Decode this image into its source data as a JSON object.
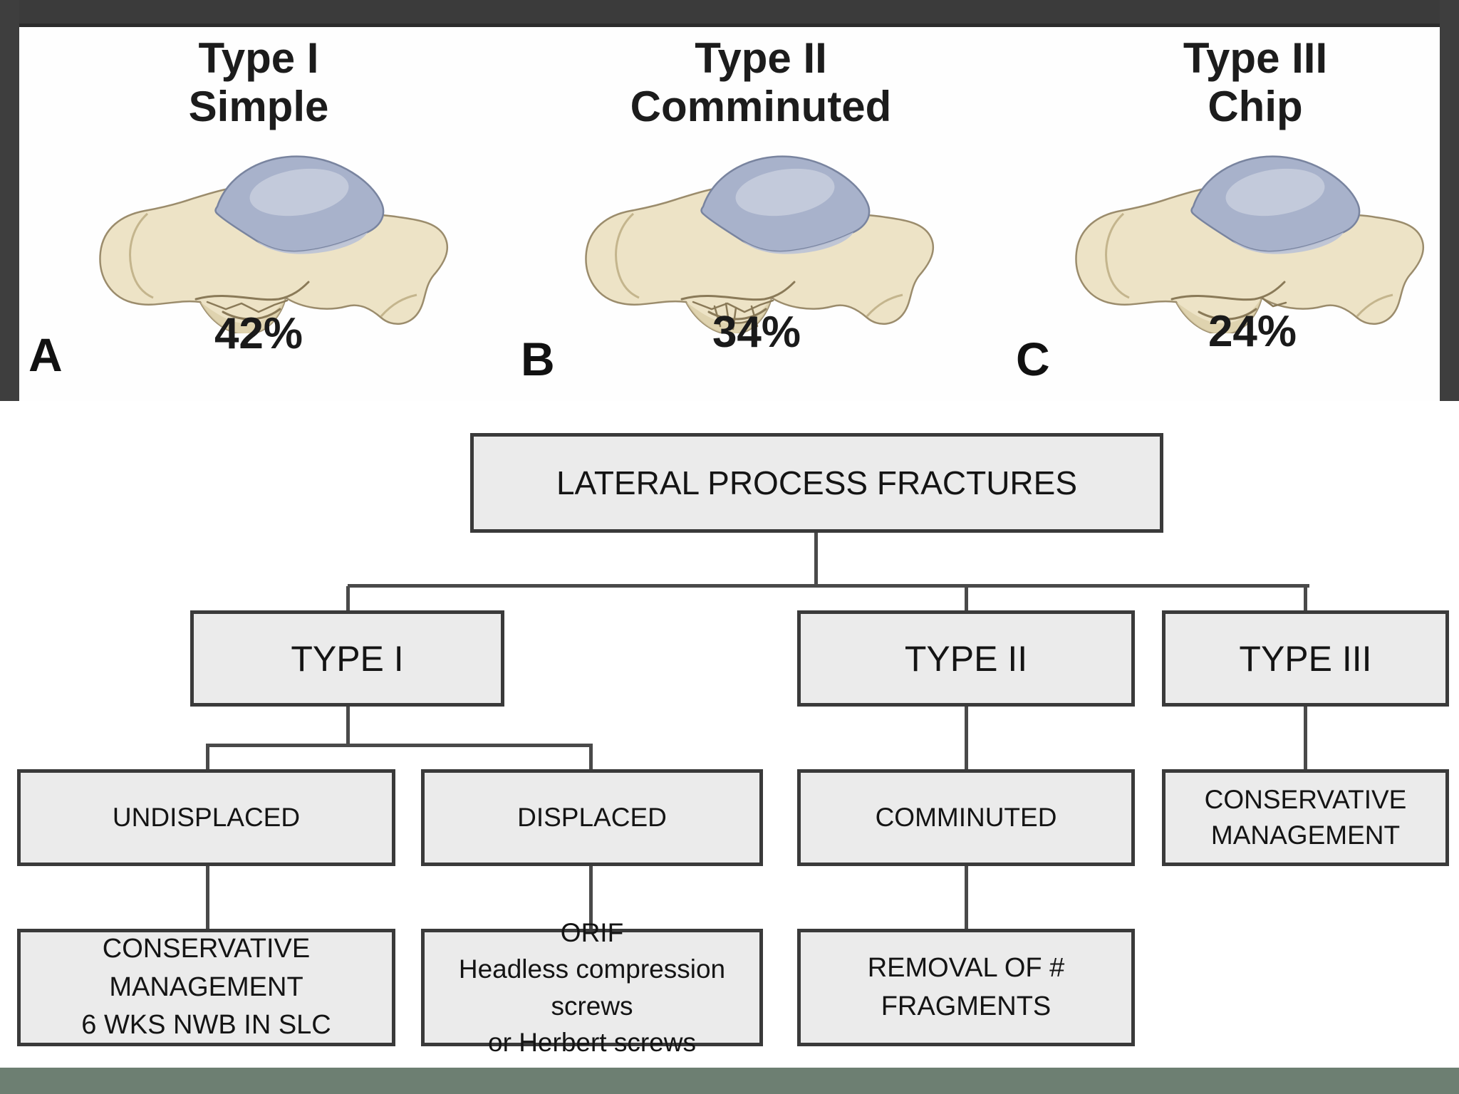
{
  "figure": {
    "panels": [
      {
        "label": "A",
        "title": "Type I\nSimple",
        "percent": "42%"
      },
      {
        "label": "B",
        "title": "Type II\nComminuted",
        "percent": "34%"
      },
      {
        "label": "C",
        "title": "Type III\nChip",
        "percent": "24%"
      }
    ]
  },
  "flowchart": {
    "root": "LATERAL PROCESS FRACTURES",
    "type1": "TYPE I",
    "type2": "TYPE II",
    "type3": "TYPE III",
    "undisplaced": "UNDISPLACED",
    "displaced": "DISPLACED",
    "comminuted": "COMMINUTED",
    "type3_management": "CONSERVATIVE\nMANAGEMENT",
    "type1_undisplaced_management": "CONSERVATIVE\nMANAGEMENT\n6 WKS NWB IN SLC",
    "type1_displaced_management": "ORIF\nHeadless compression screws\nor Herbert screws",
    "type2_management": "REMOVAL OF #\nFRAGMENTS"
  },
  "colors": {
    "frame": "#3e3e3e",
    "box_fill": "#ebebeb",
    "box_border": "#3a3a3a",
    "connector": "#4a4a4a",
    "footer_bar": "#6d7f72",
    "bone": "#ede3c6",
    "articular_dome": "#a8b2cb"
  }
}
